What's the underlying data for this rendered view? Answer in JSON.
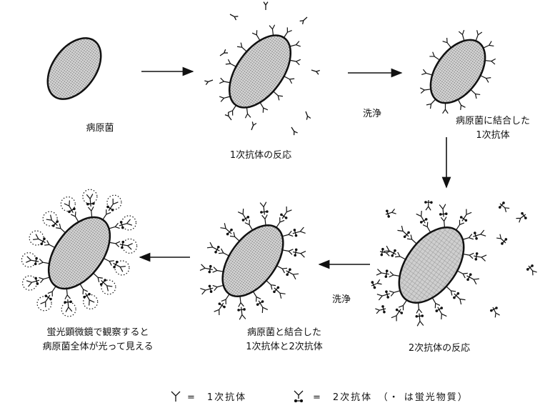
{
  "labels": {
    "pathogen": "病原菌",
    "primary_reaction": "1次抗体の反応",
    "wash_1": "洗浄",
    "bound_primary_line1": "病原菌に結合した",
    "bound_primary_line2": "1次抗体",
    "secondary_reaction": "2次抗体の反応",
    "wash_2": "洗浄",
    "bound_both_line1": "病原菌と結合した",
    "bound_both_line2": "1次抗体と2次抗体",
    "fluorescence_line1": "蛍光顕微鏡で観察すると",
    "fluorescence_line2": "病原菌全体が光って見える"
  },
  "legend": {
    "primary_symbol": "Y",
    "primary_text": "=　1次抗体",
    "secondary_symbol": "Y",
    "secondary_text": "=　2次抗体　（・ は蛍光物質）"
  }
}
